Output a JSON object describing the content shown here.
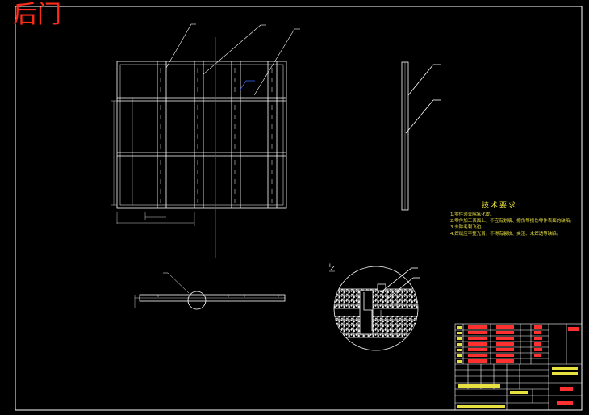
{
  "document": {
    "title_overlay": "后门",
    "colors": {
      "background": "#000000",
      "lines": "#ffffff",
      "title": "#ff2b1a",
      "center_line": "#ff2020",
      "text_red": "#ff3030",
      "text_yellow": "#e8e040",
      "leader_blue": "#3a6cff"
    }
  },
  "technical_requirements": {
    "title": "技术要求",
    "items": [
      "1.零件须去除氧化皮。",
      "2.零件加工表面上，不应有划痕、擦伤等损伤零件表面的缺陷。",
      "3.去除毛刺飞边。",
      "4.焊缝应平整光滑，不得有裂纹、夹渣、未焊透等缺陷。"
    ]
  },
  "detail_view": {
    "ref_label": "I"
  }
}
